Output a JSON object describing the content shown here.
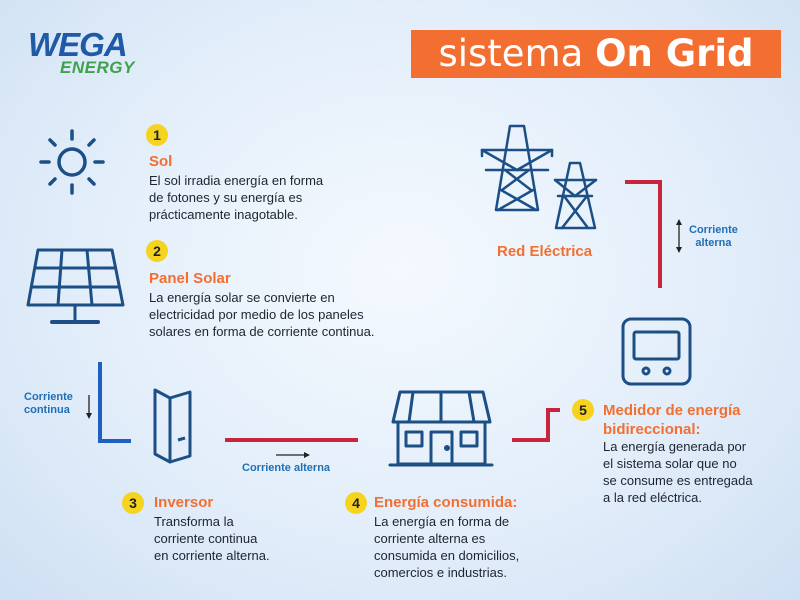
{
  "logo": {
    "brand": "WEGA",
    "sub": "ENERGY"
  },
  "title": {
    "light": "sistema",
    "bold": "On Grid"
  },
  "steps": [
    {
      "num": "1",
      "title": "Sol",
      "desc": [
        "El sol irradia energía en forma",
        "de fotones y su energía es",
        "prácticamente inagotable."
      ]
    },
    {
      "num": "2",
      "title": "Panel Solar",
      "desc": [
        "La energía solar se convierte en",
        "electricidad por medio de los paneles",
        "solares en forma de corriente continua."
      ]
    },
    {
      "num": "3",
      "title": "Inversor",
      "desc": [
        "Transforma la",
        "corriente continua",
        "en corriente alterna."
      ]
    },
    {
      "num": "4",
      "title": "Energía consumida:",
      "desc": [
        "La energía en forma de",
        "corriente alterna es",
        "consumida en domicilios,",
        "comercios e industrias."
      ]
    },
    {
      "num": "5",
      "title_lines": [
        "Medidor de energía",
        "bidireccional:"
      ],
      "desc": [
        "La energía generada por",
        "el sistema solar que no",
        "se consume es entregada",
        "a la red eléctrica."
      ]
    }
  ],
  "grid": {
    "label": "Red Eléctrica"
  },
  "flows": {
    "continua": [
      "Corriente",
      "continua"
    ],
    "alterna_h": "Corriente alterna",
    "alterna_v": [
      "Corriente",
      "alterna"
    ]
  },
  "colors": {
    "accent": "#f36f31",
    "badge": "#f6d31e",
    "icon": "#1b4f86",
    "dc_line": "#1e5fbf",
    "ac_line": "#c8243d"
  }
}
